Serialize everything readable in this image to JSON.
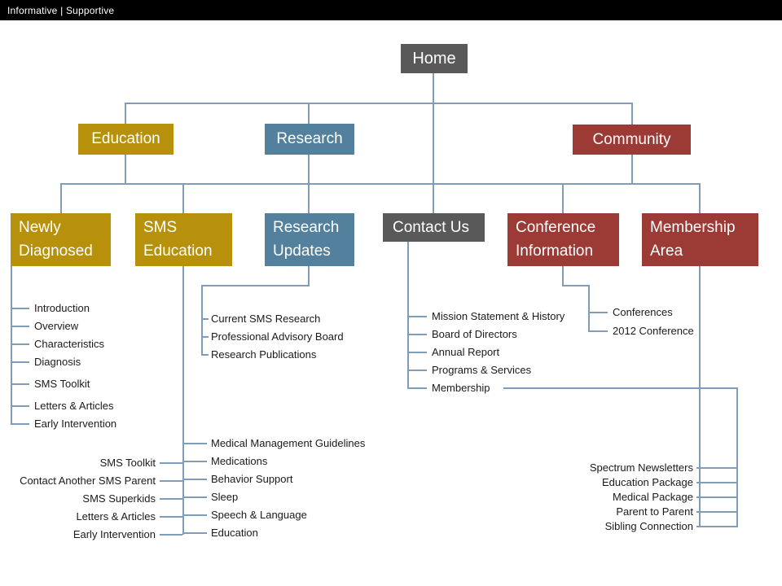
{
  "banner": {
    "text": "Informative | Supportive"
  },
  "colors": {
    "gold": "#B7910B",
    "blue": "#53809C",
    "red": "#9C3A35",
    "gray": "#595959",
    "connector": "#7F9DB9",
    "bar": "#000000"
  },
  "nodes": {
    "home": {
      "label": "Home"
    },
    "education": {
      "label": "Education"
    },
    "research": {
      "label": "Research"
    },
    "community": {
      "label": "Community"
    },
    "newly_diagnosed": {
      "label": "Newly Diagnosed"
    },
    "sms_education": {
      "label": "SMS Education"
    },
    "research_updates": {
      "label": "Research Updates"
    },
    "contact_us": {
      "label": "Contact Us"
    },
    "conference_information": {
      "label": "Conference Information"
    },
    "membership_area": {
      "label": "Membership Area"
    }
  },
  "lists": {
    "newly_diagnosed": {
      "items": [
        "Introduction",
        "Overview",
        "Characteristics",
        "Diagnosis",
        "SMS Toolkit",
        "Letters & Articles",
        "Early Intervention"
      ]
    },
    "research_updates": {
      "items": [
        "Current SMS Research",
        "Professional Advisory Board",
        "Research Publications"
      ]
    },
    "sms_education_topics": {
      "items": [
        "Medical Management Guidelines",
        "Medications",
        "Behavior Support",
        "Sleep",
        "Speech & Language",
        "Education"
      ]
    },
    "sms_education_resources": {
      "items": [
        "SMS Toolkit",
        "Contact Another SMS Parent",
        "SMS Superkids",
        "Letters & Articles",
        "Early Intervention"
      ]
    },
    "contact_us": {
      "items": [
        "Mission Statement & History",
        "Board of Directors",
        "Annual Report",
        "Programs & Services",
        "Membership"
      ]
    },
    "conference_information": {
      "items": [
        "Conferences",
        "2012 Conference"
      ]
    },
    "membership_area": {
      "items": [
        "Spectrum Newsletters",
        "Education Package",
        "Medical Package",
        "Parent to Parent",
        "Sibling Connection"
      ]
    }
  }
}
